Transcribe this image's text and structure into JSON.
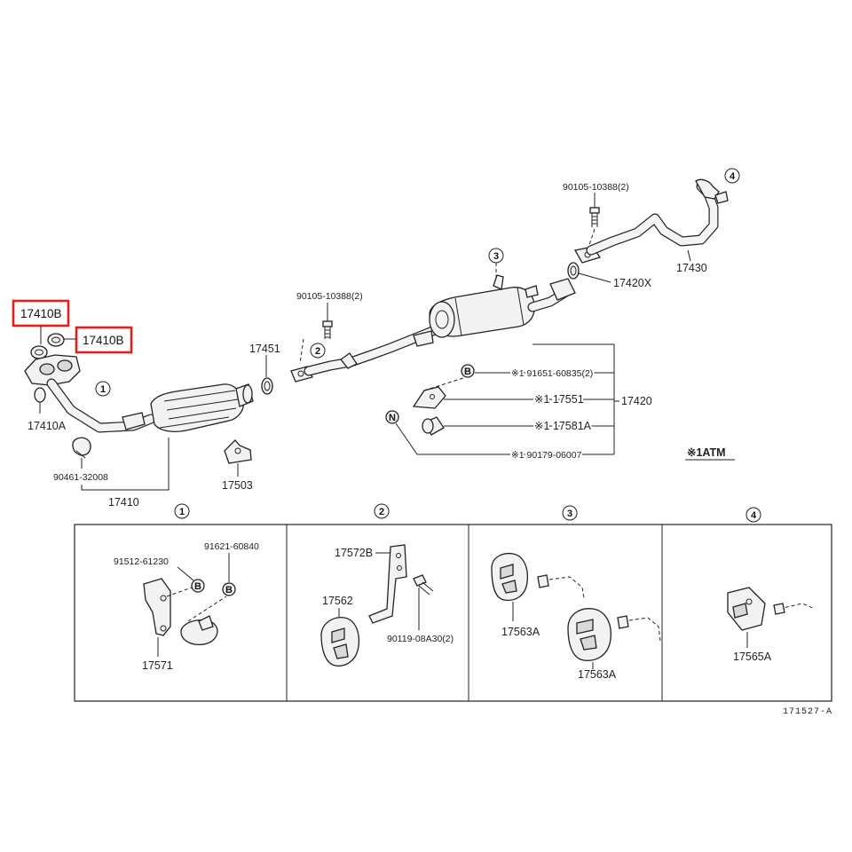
{
  "diagram": {
    "reference_code": "171527-A",
    "legend_atm": "※1ATM",
    "highlight_color": "#e0201e",
    "labels": {
      "gasket_17410b_left": "17410B",
      "gasket_17410b_right": "17410B",
      "gasket_17410a": "17410A",
      "clamp_90461": "90461-32008",
      "front_pipe_17410": "17410",
      "bracket_17503": "17503",
      "gasket_17451": "17451",
      "bolt_90105_mid": "90105-10388(2)",
      "bolt_90105_top": "90105-10388(2)",
      "gasket_17420x": "17420X",
      "tail_pipe_17430": "17430",
      "tail_assy_17420": "17420",
      "part_91651": "※1 91651-60835(2)",
      "part_17551": "※1 17551",
      "part_17581a": "※1 17581A",
      "part_90179": "※1 90179-06007"
    },
    "callouts": {
      "c1": "1",
      "c2": "2",
      "c3": "3",
      "c4": "4",
      "b1": "B",
      "n1": "N"
    },
    "details": [
      {
        "id": "1",
        "labels": {
          "bolt": "91512-61230",
          "nut": "91621-60840",
          "bracket": "17571",
          "b1": "B",
          "b2": "B"
        }
      },
      {
        "id": "2",
        "labels": {
          "bracket": "17572B",
          "hanger": "17562",
          "bolt": "90119-08A30(2)"
        }
      },
      {
        "id": "3",
        "labels": {
          "hanger_a": "17563A",
          "hanger_b": "17563A"
        }
      },
      {
        "id": "4",
        "labels": {
          "hanger": "17565A"
        }
      }
    ]
  }
}
